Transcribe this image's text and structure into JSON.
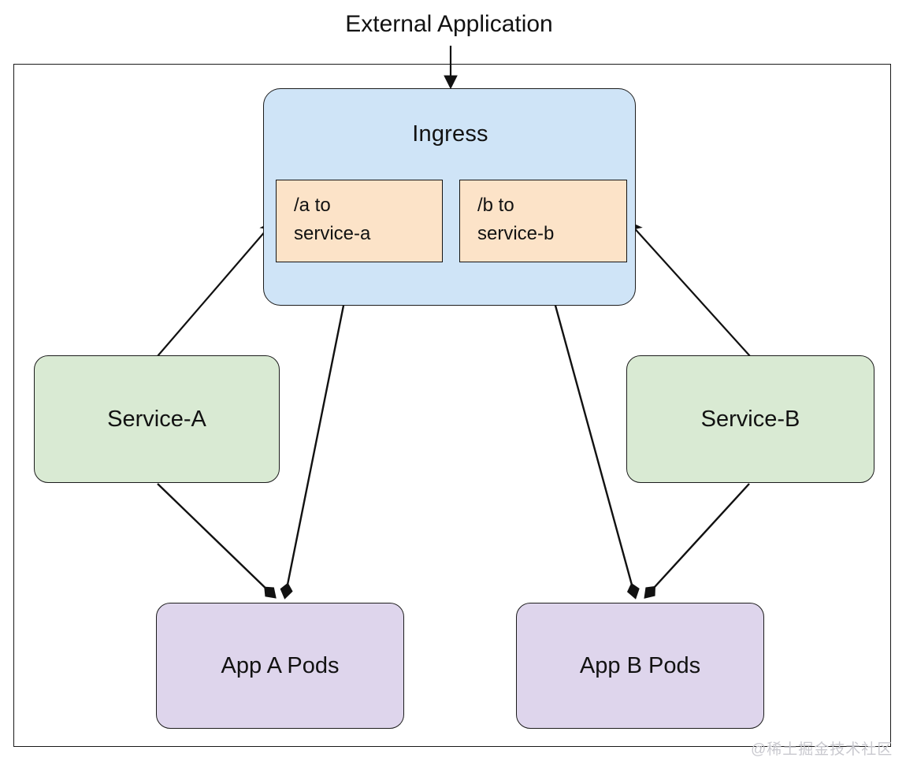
{
  "diagram": {
    "external_label": "External Application",
    "cluster": {
      "name": "cluster-frame"
    },
    "ingress": {
      "title": "Ingress",
      "rules": [
        {
          "id": "rule-a",
          "line1": "/a to",
          "line2": "service-a"
        },
        {
          "id": "rule-b",
          "line1": "/b to",
          "line2": "service-b"
        }
      ]
    },
    "services": [
      {
        "id": "service-a",
        "label": "Service-A"
      },
      {
        "id": "service-b",
        "label": "Service-B"
      }
    ],
    "pods": [
      {
        "id": "pods-a",
        "label": "App A Pods"
      },
      {
        "id": "pods-b",
        "label": "App B Pods"
      }
    ],
    "watermark": "@稀土掘金技术社区",
    "colors": {
      "ingress_fill": "#cfe4f7",
      "rule_fill": "#fce3c8",
      "service_fill": "#d9ead3",
      "pod_fill": "#ded5ec",
      "stroke": "#1c1c1c",
      "background": "#ffffff",
      "watermark": "#c9c9cf"
    },
    "edges": [
      {
        "name": "external-to-ingress",
        "from": "External Application",
        "to": "Ingress",
        "arrow": "filled-triangle"
      },
      {
        "name": "service-a-to-rule-a",
        "from": "Service-A",
        "to": "/a to service-a",
        "arrow": "open-arrow"
      },
      {
        "name": "service-b-to-rule-b",
        "from": "Service-B",
        "to": "/b to service-b",
        "arrow": "open-arrow"
      },
      {
        "name": "rule-a-to-pods-a",
        "from": "/a to service-a",
        "to": "App A Pods",
        "arrow": "filled-diamond-arrow"
      },
      {
        "name": "service-a-to-pods-a",
        "from": "Service-A",
        "to": "App A Pods",
        "arrow": "filled-diamond-arrow"
      },
      {
        "name": "rule-b-to-pods-b",
        "from": "/b to service-b",
        "to": "App B Pods",
        "arrow": "filled-diamond-arrow"
      },
      {
        "name": "service-b-to-pods-b",
        "from": "Service-B",
        "to": "App B Pods",
        "arrow": "filled-diamond-arrow"
      }
    ]
  }
}
